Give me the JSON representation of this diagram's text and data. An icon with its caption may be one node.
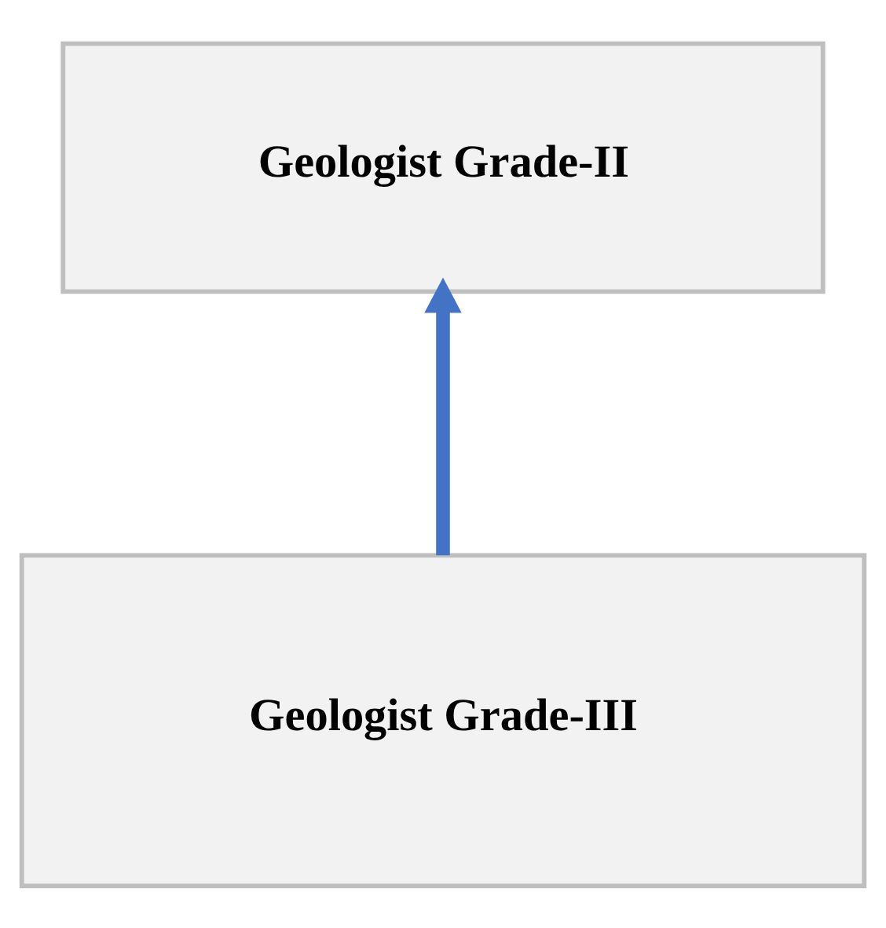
{
  "diagram": {
    "nodes": [
      {
        "text": [
          "Geologist Grade-II"
        ]
      },
      {
        "text": [
          "Geologist Grade-III"
        ]
      }
    ],
    "edges": [
      {
        "from": 1,
        "to": 0,
        "arrow": "to",
        "color": "#4472c4"
      }
    ]
  }
}
